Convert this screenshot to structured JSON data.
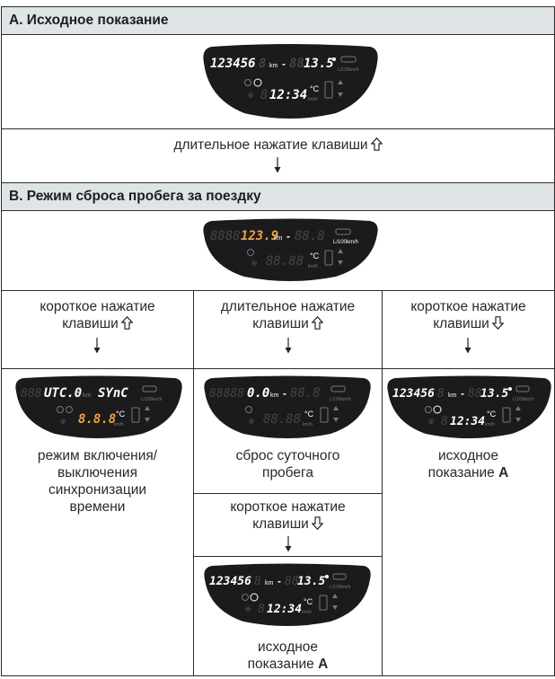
{
  "sections": {
    "a_title": "А. Исходное показание",
    "b_title": "В. Режим сброса пробега за поездку"
  },
  "instructions": {
    "long_press": "длительное нажатие клавиши",
    "short_press_line1": "короткое нажатие",
    "long_press_line1": "длительное нажатие",
    "keys_line": "клавиши"
  },
  "results": {
    "sync_mode": [
      "режим включения/",
      "выключения",
      "синхронизации",
      "времени"
    ],
    "trip_reset": [
      "сброс суточного",
      "пробега"
    ],
    "original_prefix": "исходное",
    "original_word": "показание",
    "original_letter": "А"
  },
  "displays": {
    "initial": {
      "odometer": "123456",
      "unit_km": "km",
      "sign": "-",
      "value": "13.5",
      "time": "12:34",
      "temp_unit": "°C"
    },
    "trip_mode": {
      "ghost": "8888",
      "trip": "123.9",
      "unit_km": "km",
      "sign": "-",
      "value": "88.8",
      "fuel_unit": "L/100km/h",
      "time": "88.88",
      "temp_unit": "°C"
    },
    "sync": {
      "mode": "UTC.0",
      "sync_text": "SYnC",
      "unit_km": "km",
      "time": "8.8.8",
      "temp_unit": "°C"
    },
    "reset": {
      "ghost": "88888",
      "trip": "0.0",
      "unit_km": "km",
      "sign": "-",
      "value": "88.8",
      "time": "88.88",
      "temp_unit": "°C"
    }
  },
  "colors": {
    "header_bg": "#dfe4e6",
    "lcd_bg": "#1b1b1d",
    "lcd_on": "#ffffff",
    "lcd_orange": "#f5a13a",
    "lcd_ghost": "#444448"
  }
}
